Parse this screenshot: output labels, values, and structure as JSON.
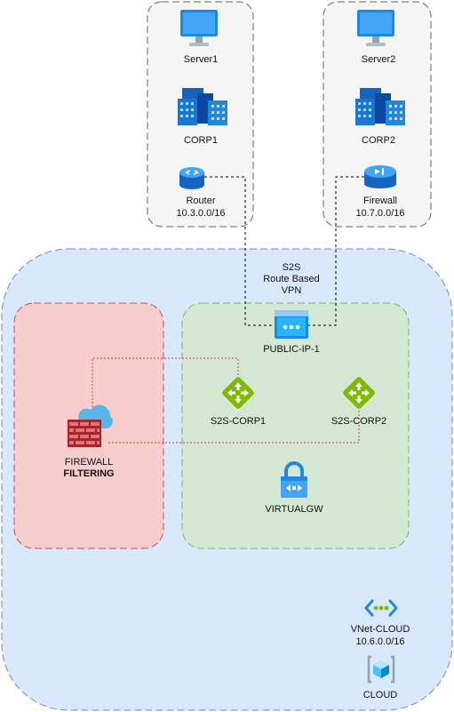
{
  "corp1": {
    "server": "Server1",
    "site": "CORP1",
    "router_name": "Router",
    "router_cidr": "10.3.0.0/16"
  },
  "corp2": {
    "server": "Server2",
    "site": "CORP2",
    "firewall_name": "Firewall",
    "firewall_cidr": "10.7.0.0/16"
  },
  "vpn": {
    "line1": "S2S",
    "line2": "Route Based",
    "line3": "VPN"
  },
  "cloud_nodes": {
    "public_ip": "PUBLIC-IP-1",
    "s2s_corp1": "S2S-CORP1",
    "s2s_corp2": "S2S-CORP2",
    "virtual_gw": "VIRTUALGW",
    "firewall_line1": "FIREWALL",
    "firewall_line2": "FILTERING",
    "vnet_name": "VNet-CLOUD",
    "vnet_cidr": "10.6.0.0/16",
    "cloud": "CLOUD"
  },
  "colors": {
    "cloud_fill": "#dae8fc",
    "firewall_zone_fill": "#f8cecc",
    "gateway_zone_fill": "#d5e8d4",
    "route_green": "#7fba00",
    "firewall_red": "#c0392b",
    "monitor_blue": "#1e88e5",
    "building_blue": "#1565c0"
  }
}
